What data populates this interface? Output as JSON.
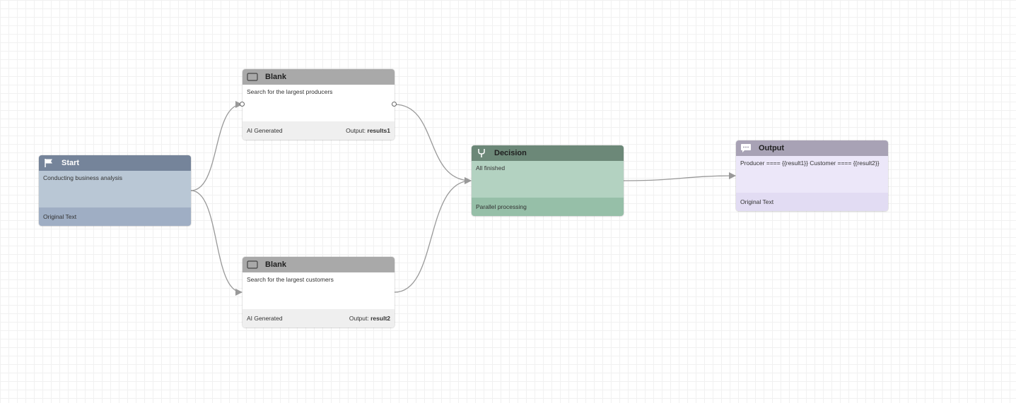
{
  "nodes": {
    "start": {
      "title": "Start",
      "icon": "flag-icon",
      "description": "Conducting business analysis",
      "footer_left": "Original Text"
    },
    "blank1": {
      "title": "Blank",
      "icon": "square-icon",
      "description": "Search for the largest producers",
      "footer_left": "AI Generated",
      "output_label": "Output:",
      "output_value": "results1"
    },
    "blank2": {
      "title": "Blank",
      "icon": "square-icon",
      "description": "Search for the largest customers",
      "footer_left": "AI Generated",
      "output_label": "Output:",
      "output_value": "result2"
    },
    "decision": {
      "title": "Decision",
      "icon": "fork-icon",
      "description": "All finished",
      "footer_left": "Parallel processing"
    },
    "output": {
      "title": "Output",
      "icon": "chat-bubble-icon",
      "description": "Producer ==== {{result1}} Customer ==== {{result2}}",
      "footer_left": "Original Text"
    }
  },
  "edges": [
    {
      "from": "start",
      "to": "blank1"
    },
    {
      "from": "start",
      "to": "blank2"
    },
    {
      "from": "blank1",
      "to": "decision"
    },
    {
      "from": "blank2",
      "to": "decision"
    },
    {
      "from": "decision",
      "to": "output"
    }
  ],
  "colors": {
    "edge": "#999999",
    "start_header": "#75849a",
    "blank_header": "#a9a9a9",
    "decision_header": "#6c8878",
    "output_header": "#a8a2b5"
  }
}
